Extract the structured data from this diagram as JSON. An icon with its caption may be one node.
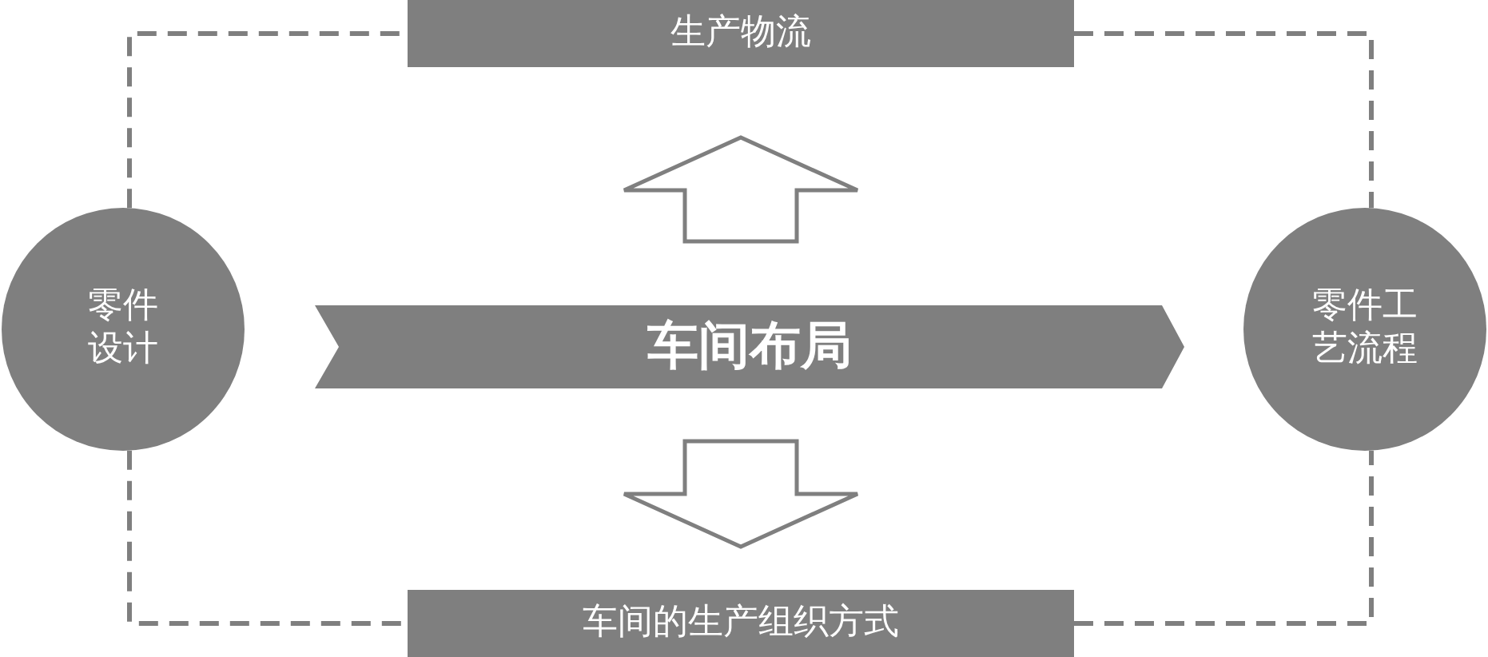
{
  "diagram": {
    "nodes": [
      {
        "text": [
          "生产物流"
        ]
      },
      {
        "text": [
          "零件设计"
        ]
      },
      {
        "text": [
          "车间布局"
        ]
      },
      {
        "text": [
          "零件工艺流程"
        ]
      },
      {
        "text": [
          "车间的生产组织方式"
        ]
      }
    ],
    "edges": [
      {
        "from": 1,
        "to": 0,
        "arrow": "none",
        "style": "dashed"
      },
      {
        "from": 0,
        "to": 3,
        "arrow": "none",
        "style": "dashed"
      },
      {
        "from": 1,
        "to": 4,
        "arrow": "none",
        "style": "dashed"
      },
      {
        "from": 4,
        "to": 3,
        "arrow": "none",
        "style": "dashed"
      },
      {
        "from": 2,
        "to": 0,
        "arrow": "to"
      },
      {
        "from": 2,
        "to": 4,
        "arrow": "to"
      }
    ]
  }
}
